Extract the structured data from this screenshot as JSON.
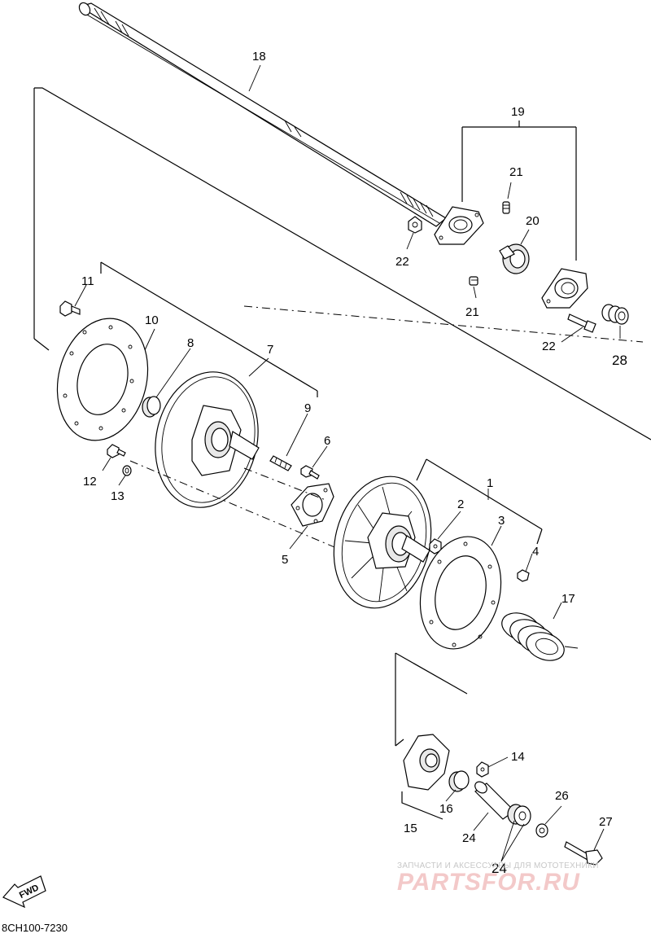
{
  "diagram": {
    "code": "8CH100-7230",
    "fwd_label": "FWD",
    "parts": [
      {
        "id": "p1",
        "num": "1"
      },
      {
        "id": "p2",
        "num": "2"
      },
      {
        "id": "p3",
        "num": "3"
      },
      {
        "id": "p4",
        "num": "4"
      },
      {
        "id": "p5",
        "num": "5"
      },
      {
        "id": "p6",
        "num": "6"
      },
      {
        "id": "p7",
        "num": "7"
      },
      {
        "id": "p8",
        "num": "8"
      },
      {
        "id": "p9",
        "num": "9"
      },
      {
        "id": "p10",
        "num": "10"
      },
      {
        "id": "p11",
        "num": "11"
      },
      {
        "id": "p12",
        "num": "12"
      },
      {
        "id": "p13",
        "num": "13"
      },
      {
        "id": "p14",
        "num": "14"
      },
      {
        "id": "p15",
        "num": "15"
      },
      {
        "id": "p16",
        "num": "16"
      },
      {
        "id": "p17",
        "num": "17"
      },
      {
        "id": "p18",
        "num": "18"
      },
      {
        "id": "p19",
        "num": "19"
      },
      {
        "id": "p20",
        "num": "20"
      },
      {
        "id": "p21a",
        "num": "21"
      },
      {
        "id": "p21b",
        "num": "21"
      },
      {
        "id": "p22",
        "num": "22"
      },
      {
        "id": "p23",
        "num": "23"
      },
      {
        "id": "p24",
        "num": "24"
      },
      {
        "id": "p25",
        "num": "25"
      },
      {
        "id": "p26",
        "num": "26"
      },
      {
        "id": "p27",
        "num": "27"
      },
      {
        "id": "p28",
        "num": "28"
      }
    ]
  },
  "watermark": {
    "tagline": "ЗАПЧАСТИ И АКСЕССУАРЫ ДЛЯ МОТОТЕХНИКИ",
    "logo": "PARTSFOR.RU"
  }
}
